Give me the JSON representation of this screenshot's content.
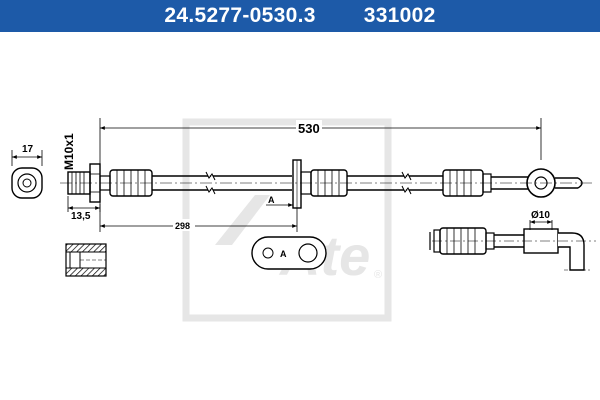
{
  "header": {
    "article_number": "24.5277-0530.3",
    "reference_number": "331002"
  },
  "dimensions": {
    "overall_length": "530",
    "section_position": "298",
    "thread": "M10x1",
    "fitting_width": "17",
    "fitting_length": "13,5",
    "eye_diameter": "Ø10"
  },
  "labels": {
    "section_marker": "A",
    "section_detail": "A"
  },
  "watermark": {
    "logo_text": "Ate",
    "registered_mark": "®"
  },
  "colors": {
    "header_bg": "#1d5aa8",
    "header_text": "#ffffff",
    "line": "#000000",
    "watermark": "#e6e6e6"
  }
}
